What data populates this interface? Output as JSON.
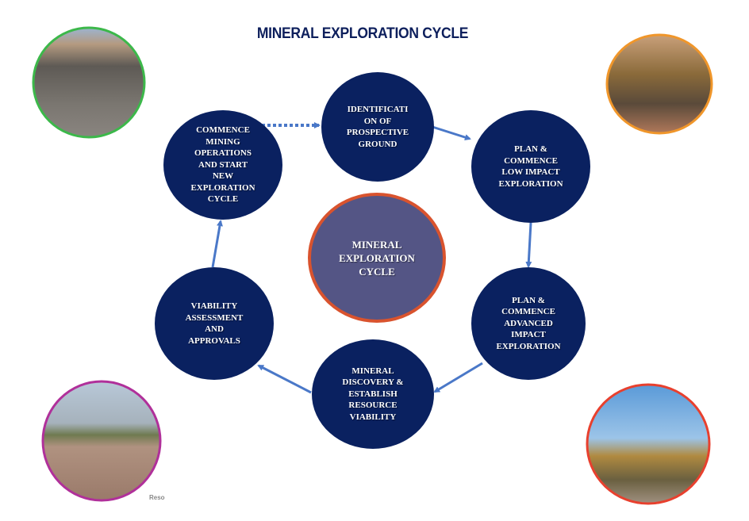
{
  "title": "MINERAL EXPLORATION CYCLE",
  "center": {
    "label": "MINERAL\nEXPLORATION\nCYCLE"
  },
  "nodes": [
    {
      "label": "IDENTIFICATI\nON OF\nPROSPECTIVE\nGROUND"
    },
    {
      "label": "PLAN &\nCOMMENCE\nLOW IMPACT\nEXPLORATION"
    },
    {
      "label": "PLAN &\nCOMMENCE\nADVANCED\nIMPACT\nEXPLORATION"
    },
    {
      "label": "MINERAL\nDISCOVERY &\nESTABLISH\nRESOURCE\nVIABILITY"
    },
    {
      "label": "VIABILITY\nASSESSMENT\nAND\nAPPROVALS"
    },
    {
      "label": "COMMENCE\nMINING\nOPERATIONS\nAND  START\nNEW\nEXPLORATION\nCYCLE"
    }
  ],
  "photos": {
    "bottom_left_caption": "Reso"
  },
  "colors": {
    "node": "#0a2160",
    "center": "#545585",
    "center_border": "#d9532e",
    "arrow": "#4a78c8",
    "title": "#0d1f5c"
  }
}
